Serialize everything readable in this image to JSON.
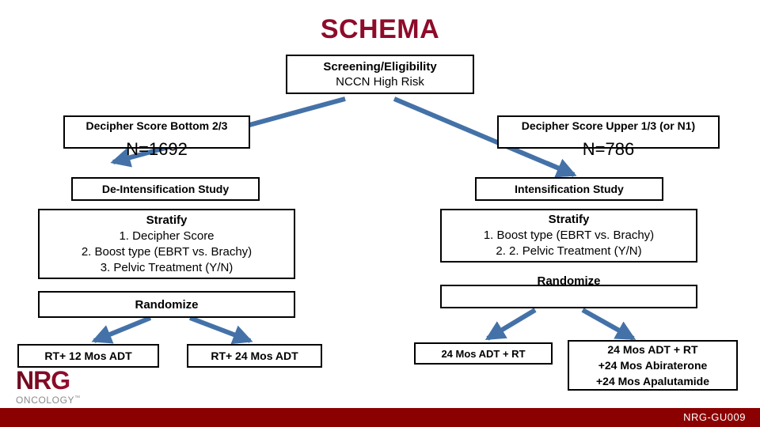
{
  "slide": {
    "title": "SCHEMA",
    "title_color": "#8e0b2a",
    "arrow_color": "#4472a8",
    "box_border_color": "#000000",
    "footer_bar_color": "#8b0000"
  },
  "screening": {
    "line1": "Screening/Eligibility",
    "line2": "NCCN High Risk"
  },
  "branches": {
    "left": {
      "decipher_label": "Decipher Score Bottom 2/3",
      "n_count": "N=1692",
      "study_type": "De-Intensification Study",
      "stratify": {
        "heading": "Stratify",
        "items": [
          "1.  Decipher Score",
          "2.  Boost type (EBRT vs. Brachy)",
          "3.  Pelvic Treatment (Y/N)"
        ]
      },
      "randomize": "Randomize",
      "arms": [
        "RT+ 12 Mos ADT",
        "RT+ 24 Mos ADT"
      ]
    },
    "right": {
      "decipher_label": "Decipher Score Upper 1/3 (or N1)",
      "n_count": "N=786",
      "study_type": "Intensification Study",
      "stratify": {
        "heading": "Stratify",
        "items": [
          "1.  Boost type (EBRT vs. Brachy)",
          "2.  2. Pelvic Treatment (Y/N)"
        ]
      },
      "randomize": "Randomize",
      "arms": [
        {
          "line1": "24 Mos ADT + RT"
        },
        {
          "line1": "24 Mos ADT + RT",
          "line2": "+24 Mos Abiraterone",
          "line3": "+24 Mos Apalutamide"
        }
      ]
    }
  },
  "logo": {
    "brand": "NRG",
    "subtitle": "ONCOLOGY",
    "trademark": "™"
  },
  "footer": {
    "protocol_id": "NRG-GU009"
  }
}
